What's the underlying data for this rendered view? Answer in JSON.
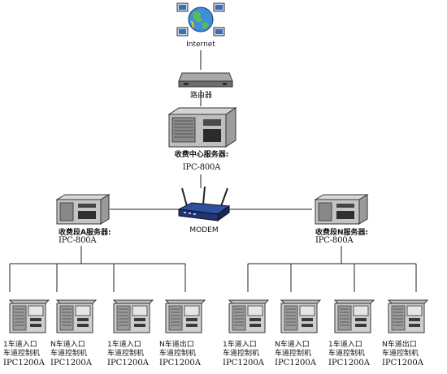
{
  "internet": {
    "label": "Internet"
  },
  "router": {
    "label": "路由器"
  },
  "center_server": {
    "label": "收费中心服务器:",
    "model": "IPC-800A"
  },
  "modem": {
    "label": "MODEM"
  },
  "segment_a_server": {
    "label": "收费段A服务器:",
    "model": "IPC-800A"
  },
  "segment_n_server": {
    "label": "收费段N服务器:",
    "model": "IPC-800A"
  },
  "lane_controllers": [
    {
      "lane": "1车道入口",
      "role": "车道控制机",
      "model": "IPC1200A"
    },
    {
      "lane": "N车道入口",
      "role": "车道控制机",
      "model": "IPC1200A"
    },
    {
      "lane": "1车道入口",
      "role": "车道控制机",
      "model": "IPC1200A"
    },
    {
      "lane": "N车道出口",
      "role": "车道控制机",
      "model": "IPC1200A"
    },
    {
      "lane": "1车道入口",
      "role": "车道控制机",
      "model": "IPC1200A"
    },
    {
      "lane": "N车道入口",
      "role": "车道控制机",
      "model": "IPC1200A"
    },
    {
      "lane": "1车道入口",
      "role": "车道控制机",
      "model": "IPC1200A"
    },
    {
      "lane": "N车道出口",
      "role": "车道控制机",
      "model": "IPC1200A"
    }
  ]
}
